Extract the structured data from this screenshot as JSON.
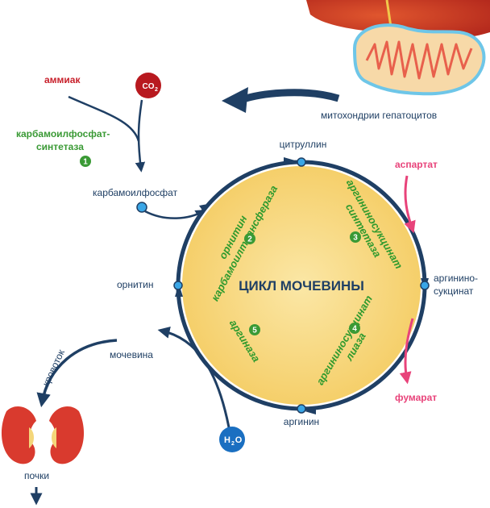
{
  "labels": {
    "ammonia": "аммиак",
    "co2_main": "CO",
    "co2_sub": "2",
    "mitochondria": "митохондрии гепатоцитов",
    "carbamoyl_phosphate": "карбамоилфосфат",
    "citrulline": "цитруллин",
    "aspartate": "аспартат",
    "argininosuccinate_line1": "аргинино-",
    "argininosuccinate_line2": "сукцинат",
    "fumarate": "фумарат",
    "arginine": "аргинин",
    "ornithine": "орнитин",
    "urea": "мочевина",
    "cycle_title": "ЦИКЛ МОЧЕВИНЫ",
    "water_h": "H",
    "water_sub": "2",
    "water_o": "O",
    "bloodstream": "кровоток",
    "kidneys": "почки"
  },
  "enzymes": {
    "cps_line1": "карбамоилфосфат-",
    "cps_line2": "синтетаза",
    "otc_line1": "орнитин",
    "otc_line2": "карбамоилтрансфераза",
    "ass_line1": "аргининосукцинат",
    "ass_line2": "синтетаза",
    "asl_line1": "аргининосукцинат",
    "asl_line2": "лиаза",
    "arginase": "аргиназа"
  },
  "steps": [
    "1",
    "2",
    "3",
    "4",
    "5"
  ],
  "colors": {
    "cycle_core": "#f5cf6a",
    "ring": "#1f3f64",
    "enzyme_text": "#2f9a2e",
    "ammonia_text": "#c8202b",
    "side_products": "#e8437a",
    "node": "#3aa6e6",
    "water": "#1a6fc1"
  }
}
